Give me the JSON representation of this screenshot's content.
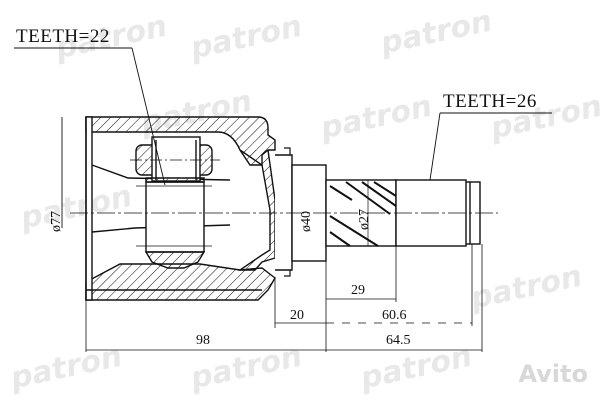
{
  "drawing": {
    "subject": "CV joint inner (tripod) cross-section",
    "callouts": {
      "left_teeth": "TEETH=22",
      "right_teeth": "TEETH=26"
    },
    "dimensions": {
      "outer_diameter": "ø77",
      "flange_diameter": "ø40",
      "spline_diameter": "ø27",
      "spline_length": "29",
      "shoulder_length": "20",
      "stub_length": "60.6",
      "shaft_total": "64.5",
      "housing_length": "98"
    },
    "colors": {
      "line": "#111111",
      "watermark": "#e4e4e4",
      "background": "#ffffff"
    }
  },
  "watermarks": {
    "brand": "patron",
    "marketplace": "Avito"
  }
}
